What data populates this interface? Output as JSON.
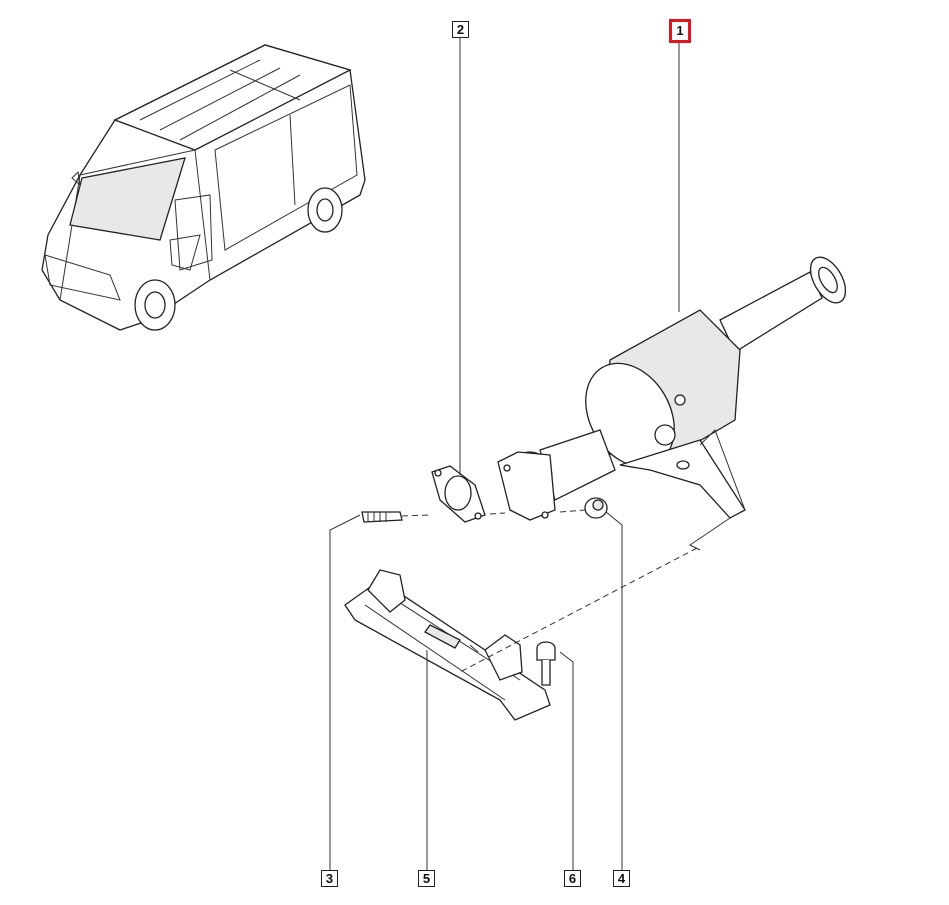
{
  "diagram": {
    "labels": [
      {
        "ref": "1",
        "selected": true
      },
      {
        "ref": "2",
        "selected": false
      },
      {
        "ref": "3",
        "selected": false
      },
      {
        "ref": "4",
        "selected": false
      },
      {
        "ref": "5",
        "selected": false
      },
      {
        "ref": "6",
        "selected": false
      }
    ],
    "highlight_color": "#e0141e"
  }
}
